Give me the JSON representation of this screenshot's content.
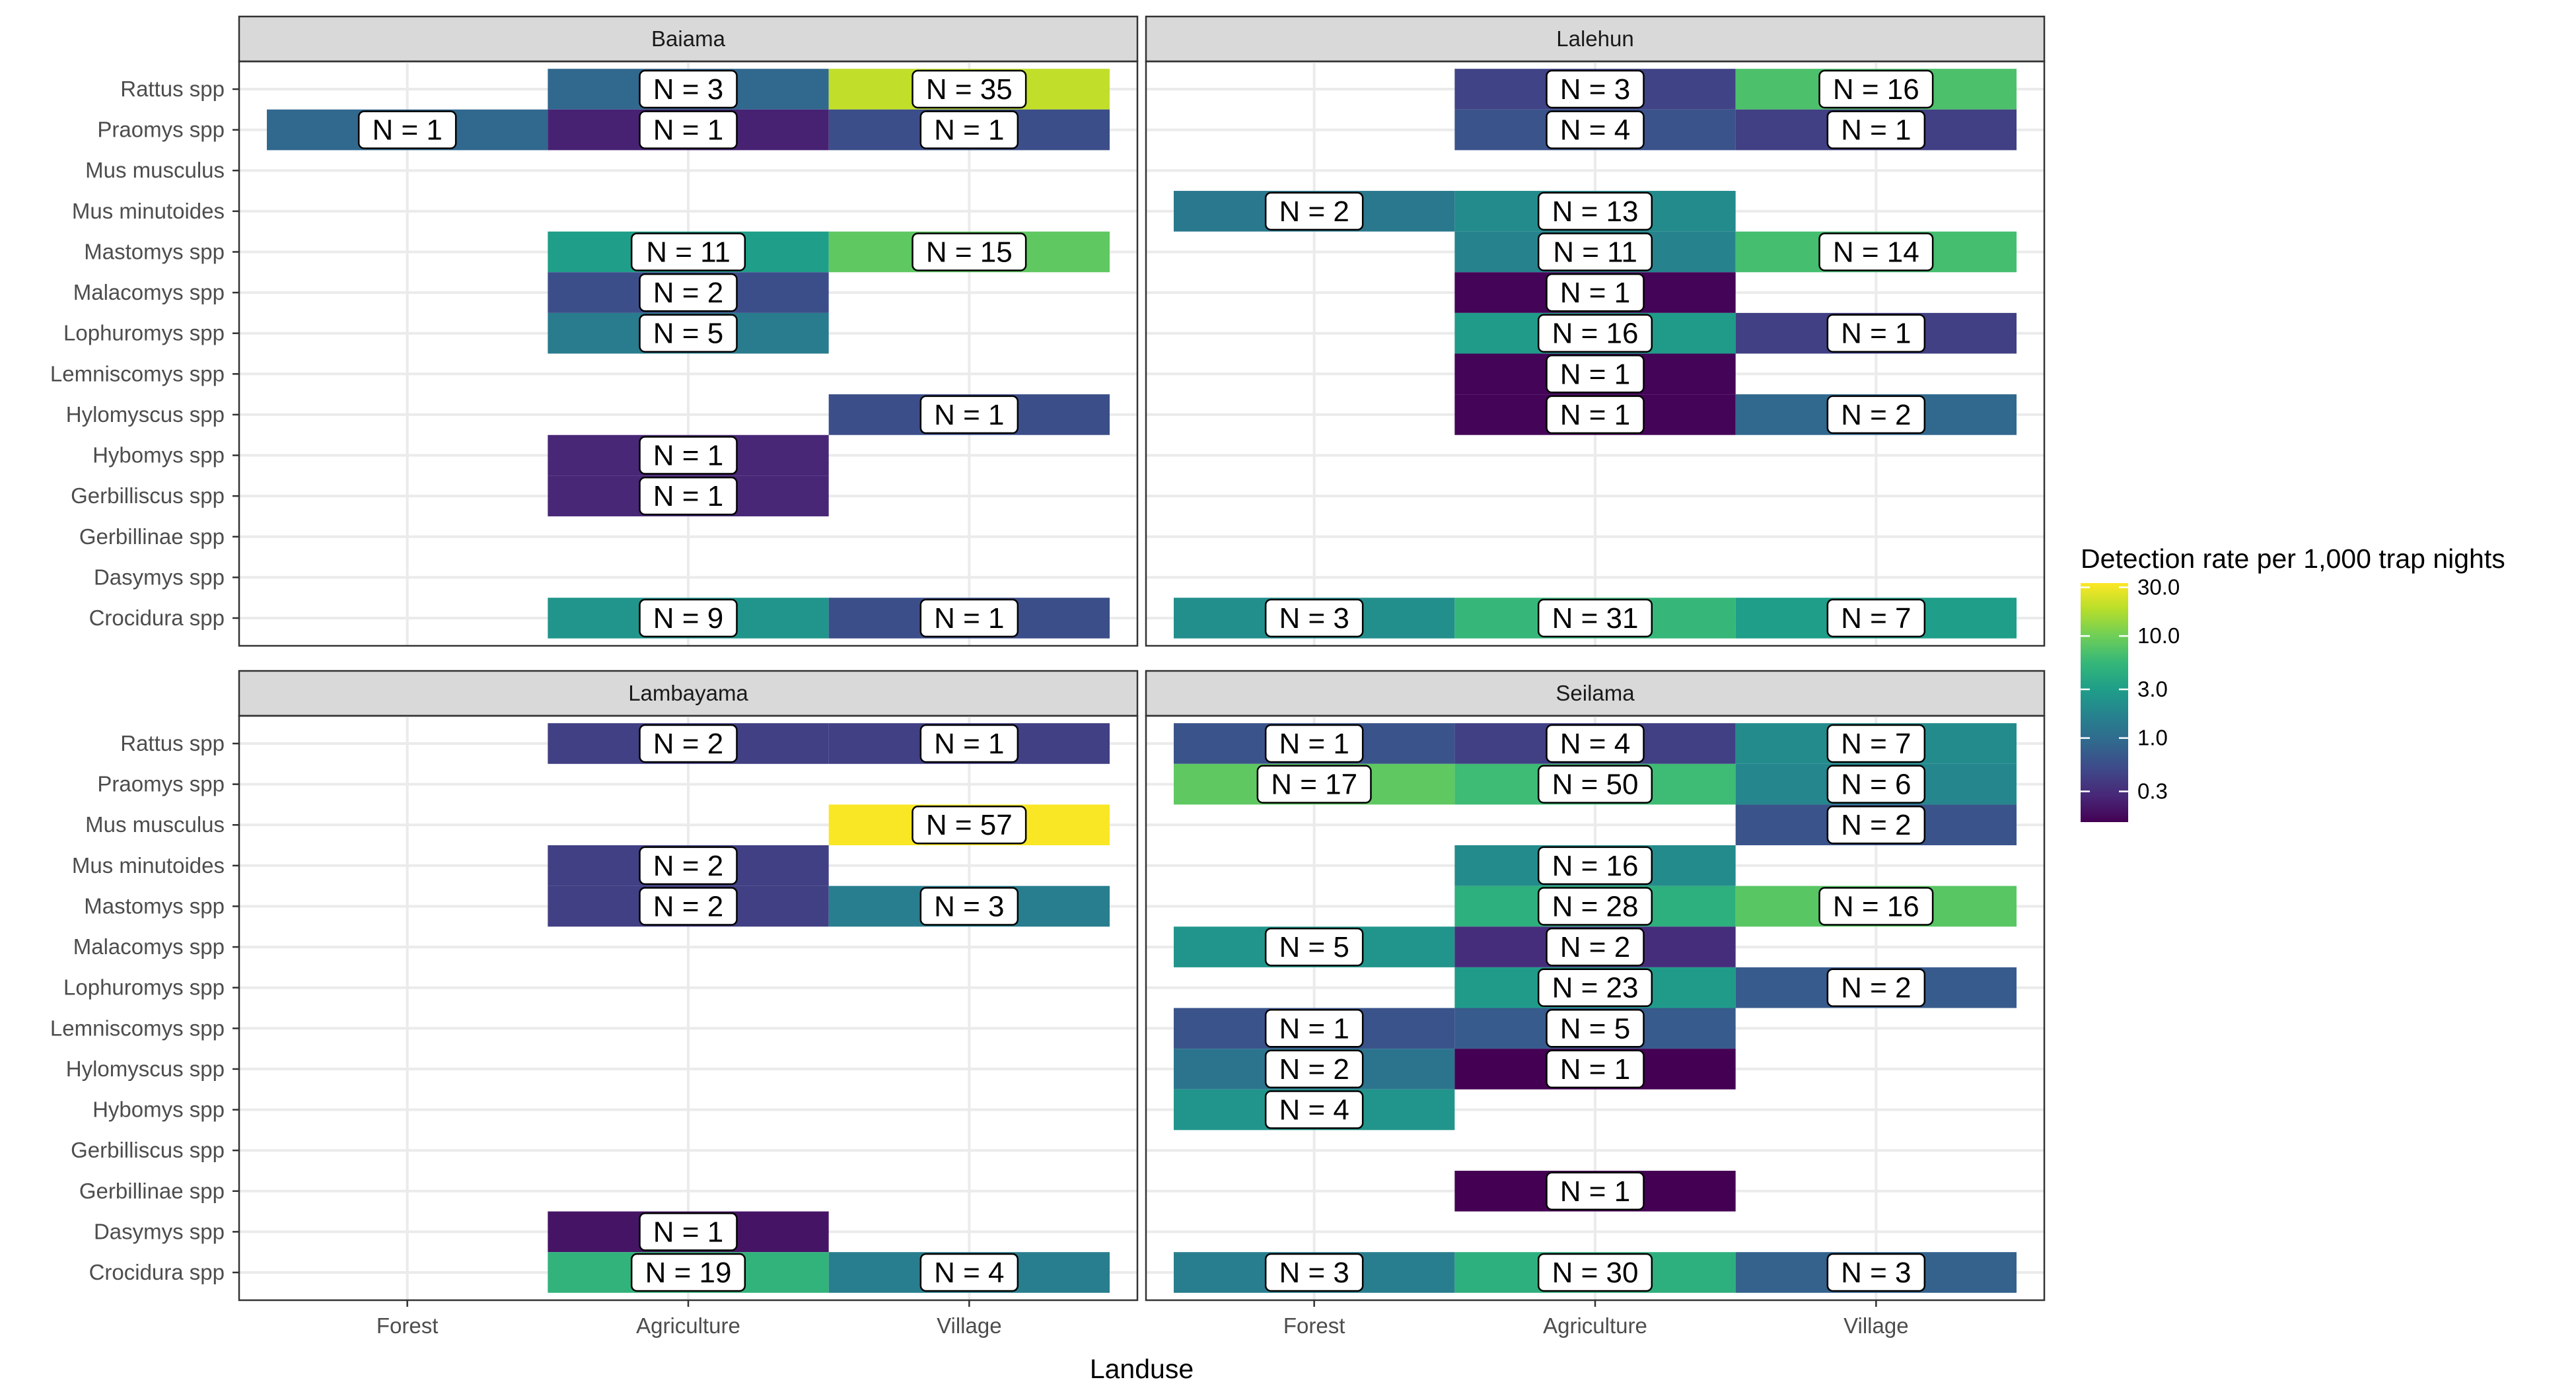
{
  "chart_data": {
    "type": "heatmap",
    "xlabel": "Landuse",
    "x_categories": [
      "Forest",
      "Agriculture",
      "Village"
    ],
    "y_categories": [
      "Rattus spp",
      "Praomys spp",
      "Mus musculus",
      "Mus minutoides",
      "Mastomys spp",
      "Malacomys spp",
      "Lophuromys spp",
      "Lemniscomys spp",
      "Hylomyscus spp",
      "Hybomys spp",
      "Gerbilliscus spp",
      "Gerbillinae spp",
      "Dasymys spp",
      "Crocidura spp"
    ],
    "scale": "log10",
    "legend": {
      "title": "Detection rate per 1,000 trap nights",
      "breaks": [
        0.3,
        1.0,
        3.0,
        10.0,
        30.0
      ],
      "break_labels": [
        "0.3",
        "1.0",
        "3.0",
        "10.0",
        "30.0"
      ],
      "range": [
        0.15,
        33
      ],
      "position": "right",
      "colors": [
        "#440154",
        "#482878",
        "#3e4989",
        "#31688e",
        "#26828e",
        "#1f9e89",
        "#35b779",
        "#6ece58",
        "#b5de2b",
        "#fde725"
      ]
    },
    "panels": [
      {
        "name": "Baiama",
        "cells": [
          {
            "species": "Rattus spp",
            "landuse": "Agriculture",
            "n": 3,
            "label": "N = 3",
            "rate": 0.9
          },
          {
            "species": "Rattus spp",
            "landuse": "Village",
            "n": 35,
            "label": "N = 35",
            "rate": 20
          },
          {
            "species": "Praomys spp",
            "landuse": "Forest",
            "n": 1,
            "label": "N = 1",
            "rate": 0.9
          },
          {
            "species": "Praomys spp",
            "landuse": "Agriculture",
            "n": 1,
            "label": "N = 1",
            "rate": 0.25
          },
          {
            "species": "Praomys spp",
            "landuse": "Village",
            "n": 1,
            "label": "N = 1",
            "rate": 0.55
          },
          {
            "species": "Mastomys spp",
            "landuse": "Agriculture",
            "n": 11,
            "label": "N = 11",
            "rate": 3.0
          },
          {
            "species": "Mastomys spp",
            "landuse": "Village",
            "n": 15,
            "label": "N = 15",
            "rate": 8.5
          },
          {
            "species": "Malacomys spp",
            "landuse": "Agriculture",
            "n": 2,
            "label": "N = 2",
            "rate": 0.55
          },
          {
            "species": "Lophuromys spp",
            "landuse": "Agriculture",
            "n": 5,
            "label": "N = 5",
            "rate": 1.4
          },
          {
            "species": "Hylomyscus spp",
            "landuse": "Village",
            "n": 1,
            "label": "N = 1",
            "rate": 0.55
          },
          {
            "species": "Hybomys spp",
            "landuse": "Agriculture",
            "n": 1,
            "label": "N = 1",
            "rate": 0.27
          },
          {
            "species": "Gerbilliscus spp",
            "landuse": "Agriculture",
            "n": 1,
            "label": "N = 1",
            "rate": 0.27
          },
          {
            "species": "Crocidura spp",
            "landuse": "Agriculture",
            "n": 9,
            "label": "N = 9",
            "rate": 2.5
          },
          {
            "species": "Crocidura spp",
            "landuse": "Village",
            "n": 1,
            "label": "N = 1",
            "rate": 0.55
          }
        ]
      },
      {
        "name": "Lalehun",
        "cells": [
          {
            "species": "Rattus spp",
            "landuse": "Agriculture",
            "n": 3,
            "label": "N = 3",
            "rate": 0.45
          },
          {
            "species": "Rattus spp",
            "landuse": "Village",
            "n": 16,
            "label": "N = 16",
            "rate": 7.0
          },
          {
            "species": "Praomys spp",
            "landuse": "Agriculture",
            "n": 4,
            "label": "N = 4",
            "rate": 0.6
          },
          {
            "species": "Praomys spp",
            "landuse": "Village",
            "n": 1,
            "label": "N = 1",
            "rate": 0.42
          },
          {
            "species": "Mus minutoides",
            "landuse": "Forest",
            "n": 2,
            "label": "N = 2",
            "rate": 1.3
          },
          {
            "species": "Mus minutoides",
            "landuse": "Agriculture",
            "n": 13,
            "label": "N = 13",
            "rate": 2.0
          },
          {
            "species": "Mastomys spp",
            "landuse": "Agriculture",
            "n": 11,
            "label": "N = 11",
            "rate": 1.7
          },
          {
            "species": "Mastomys spp",
            "landuse": "Village",
            "n": 14,
            "label": "N = 14",
            "rate": 6.5
          },
          {
            "species": "Malacomys spp",
            "landuse": "Agriculture",
            "n": 1,
            "label": "N = 1",
            "rate": 0.16
          },
          {
            "species": "Lophuromys spp",
            "landuse": "Agriculture",
            "n": 16,
            "label": "N = 16",
            "rate": 2.8
          },
          {
            "species": "Lophuromys spp",
            "landuse": "Village",
            "n": 1,
            "label": "N = 1",
            "rate": 0.42
          },
          {
            "species": "Lemniscomys spp",
            "landuse": "Agriculture",
            "n": 1,
            "label": "N = 1",
            "rate": 0.16
          },
          {
            "species": "Hylomyscus spp",
            "landuse": "Agriculture",
            "n": 1,
            "label": "N = 1",
            "rate": 0.16
          },
          {
            "species": "Hylomyscus spp",
            "landuse": "Village",
            "n": 2,
            "label": "N = 2",
            "rate": 0.9
          },
          {
            "species": "Crocidura spp",
            "landuse": "Forest",
            "n": 3,
            "label": "N = 3",
            "rate": 2.2
          },
          {
            "species": "Crocidura spp",
            "landuse": "Agriculture",
            "n": 31,
            "label": "N = 31",
            "rate": 5.5
          },
          {
            "species": "Crocidura spp",
            "landuse": "Village",
            "n": 7,
            "label": "N = 7",
            "rate": 3.0
          }
        ]
      },
      {
        "name": "Lambayama",
        "cells": [
          {
            "species": "Rattus spp",
            "landuse": "Agriculture",
            "n": 2,
            "label": "N = 2",
            "rate": 0.42
          },
          {
            "species": "Rattus spp",
            "landuse": "Village",
            "n": 1,
            "label": "N = 1",
            "rate": 0.42
          },
          {
            "species": "Mus musculus",
            "landuse": "Village",
            "n": 57,
            "label": "N = 57",
            "rate": 32
          },
          {
            "species": "Mus minutoides",
            "landuse": "Agriculture",
            "n": 2,
            "label": "N = 2",
            "rate": 0.42
          },
          {
            "species": "Mastomys spp",
            "landuse": "Agriculture",
            "n": 2,
            "label": "N = 2",
            "rate": 0.42
          },
          {
            "species": "Mastomys spp",
            "landuse": "Village",
            "n": 3,
            "label": "N = 3",
            "rate": 1.5
          },
          {
            "species": "Dasymys spp",
            "landuse": "Agriculture",
            "n": 1,
            "label": "N = 1",
            "rate": 0.2
          },
          {
            "species": "Crocidura spp",
            "landuse": "Agriculture",
            "n": 19,
            "label": "N = 19",
            "rate": 5.0
          },
          {
            "species": "Crocidura spp",
            "landuse": "Village",
            "n": 4,
            "label": "N = 4",
            "rate": 1.5
          }
        ]
      },
      {
        "name": "Seilama",
        "cells": [
          {
            "species": "Rattus spp",
            "landuse": "Forest",
            "n": 1,
            "label": "N = 1",
            "rate": 0.6
          },
          {
            "species": "Rattus spp",
            "landuse": "Agriculture",
            "n": 4,
            "label": "N = 4",
            "rate": 0.42
          },
          {
            "species": "Rattus spp",
            "landuse": "Village",
            "n": 7,
            "label": "N = 7",
            "rate": 2.0
          },
          {
            "species": "Praomys spp",
            "landuse": "Forest",
            "n": 17,
            "label": "N = 17",
            "rate": 8.5
          },
          {
            "species": "Praomys spp",
            "landuse": "Agriculture",
            "n": 50,
            "label": "N = 50",
            "rate": 6.0
          },
          {
            "species": "Praomys spp",
            "landuse": "Village",
            "n": 6,
            "label": "N = 6",
            "rate": 1.8
          },
          {
            "species": "Mus musculus",
            "landuse": "Village",
            "n": 2,
            "label": "N = 2",
            "rate": 0.6
          },
          {
            "species": "Mus minutoides",
            "landuse": "Agriculture",
            "n": 16,
            "label": "N = 16",
            "rate": 2.0
          },
          {
            "species": "Mastomys spp",
            "landuse": "Agriculture",
            "n": 28,
            "label": "N = 28",
            "rate": 4.5
          },
          {
            "species": "Mastomys spp",
            "landuse": "Village",
            "n": 16,
            "label": "N = 16",
            "rate": 8.0
          },
          {
            "species": "Malacomys spp",
            "landuse": "Forest",
            "n": 5,
            "label": "N = 5",
            "rate": 2.5
          },
          {
            "species": "Malacomys spp",
            "landuse": "Agriculture",
            "n": 2,
            "label": "N = 2",
            "rate": 0.3
          },
          {
            "species": "Lophuromys spp",
            "landuse": "Agriculture",
            "n": 23,
            "label": "N = 23",
            "rate": 2.8
          },
          {
            "species": "Lophuromys spp",
            "landuse": "Village",
            "n": 2,
            "label": "N = 2",
            "rate": 0.7
          },
          {
            "species": "Lemniscomys spp",
            "landuse": "Forest",
            "n": 1,
            "label": "N = 1",
            "rate": 0.6
          },
          {
            "species": "Lemniscomys spp",
            "landuse": "Agriculture",
            "n": 5,
            "label": "N = 5",
            "rate": 0.7
          },
          {
            "species": "Hylomyscus spp",
            "landuse": "Forest",
            "n": 2,
            "label": "N = 2",
            "rate": 1.2
          },
          {
            "species": "Hylomyscus spp",
            "landuse": "Agriculture",
            "n": 1,
            "label": "N = 1",
            "rate": 0.15
          },
          {
            "species": "Hybomys spp",
            "landuse": "Forest",
            "n": 4,
            "label": "N = 4",
            "rate": 2.5
          },
          {
            "species": "Gerbillinae spp",
            "landuse": "Agriculture",
            "n": 1,
            "label": "N = 1",
            "rate": 0.15
          },
          {
            "species": "Crocidura spp",
            "landuse": "Forest",
            "n": 3,
            "label": "N = 3",
            "rate": 1.5
          },
          {
            "species": "Crocidura spp",
            "landuse": "Agriculture",
            "n": 30,
            "label": "N = 30",
            "rate": 4.5
          },
          {
            "species": "Crocidura spp",
            "landuse": "Village",
            "n": 3,
            "label": "N = 3",
            "rate": 0.8
          }
        ]
      }
    ]
  }
}
